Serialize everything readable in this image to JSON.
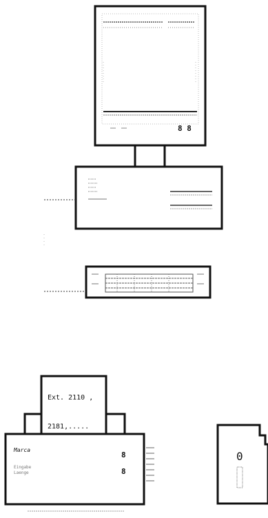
{
  "diagram": {
    "monitor": {
      "screen_readout": "8 8"
    },
    "printer": {
      "paper_line_1": "Ext. 2110 ,",
      "paper_line_2": "2181,.....",
      "panel_label_1": "Marca",
      "panel_label_2": "Eingabe",
      "panel_label_3": "Laenge",
      "panel_value_1": "8",
      "panel_value_2": "8"
    },
    "disk": {
      "label": "0"
    },
    "colors": {
      "ink": "#111111",
      "dither": "#9a9a9a",
      "paper": "#ffffff"
    }
  }
}
